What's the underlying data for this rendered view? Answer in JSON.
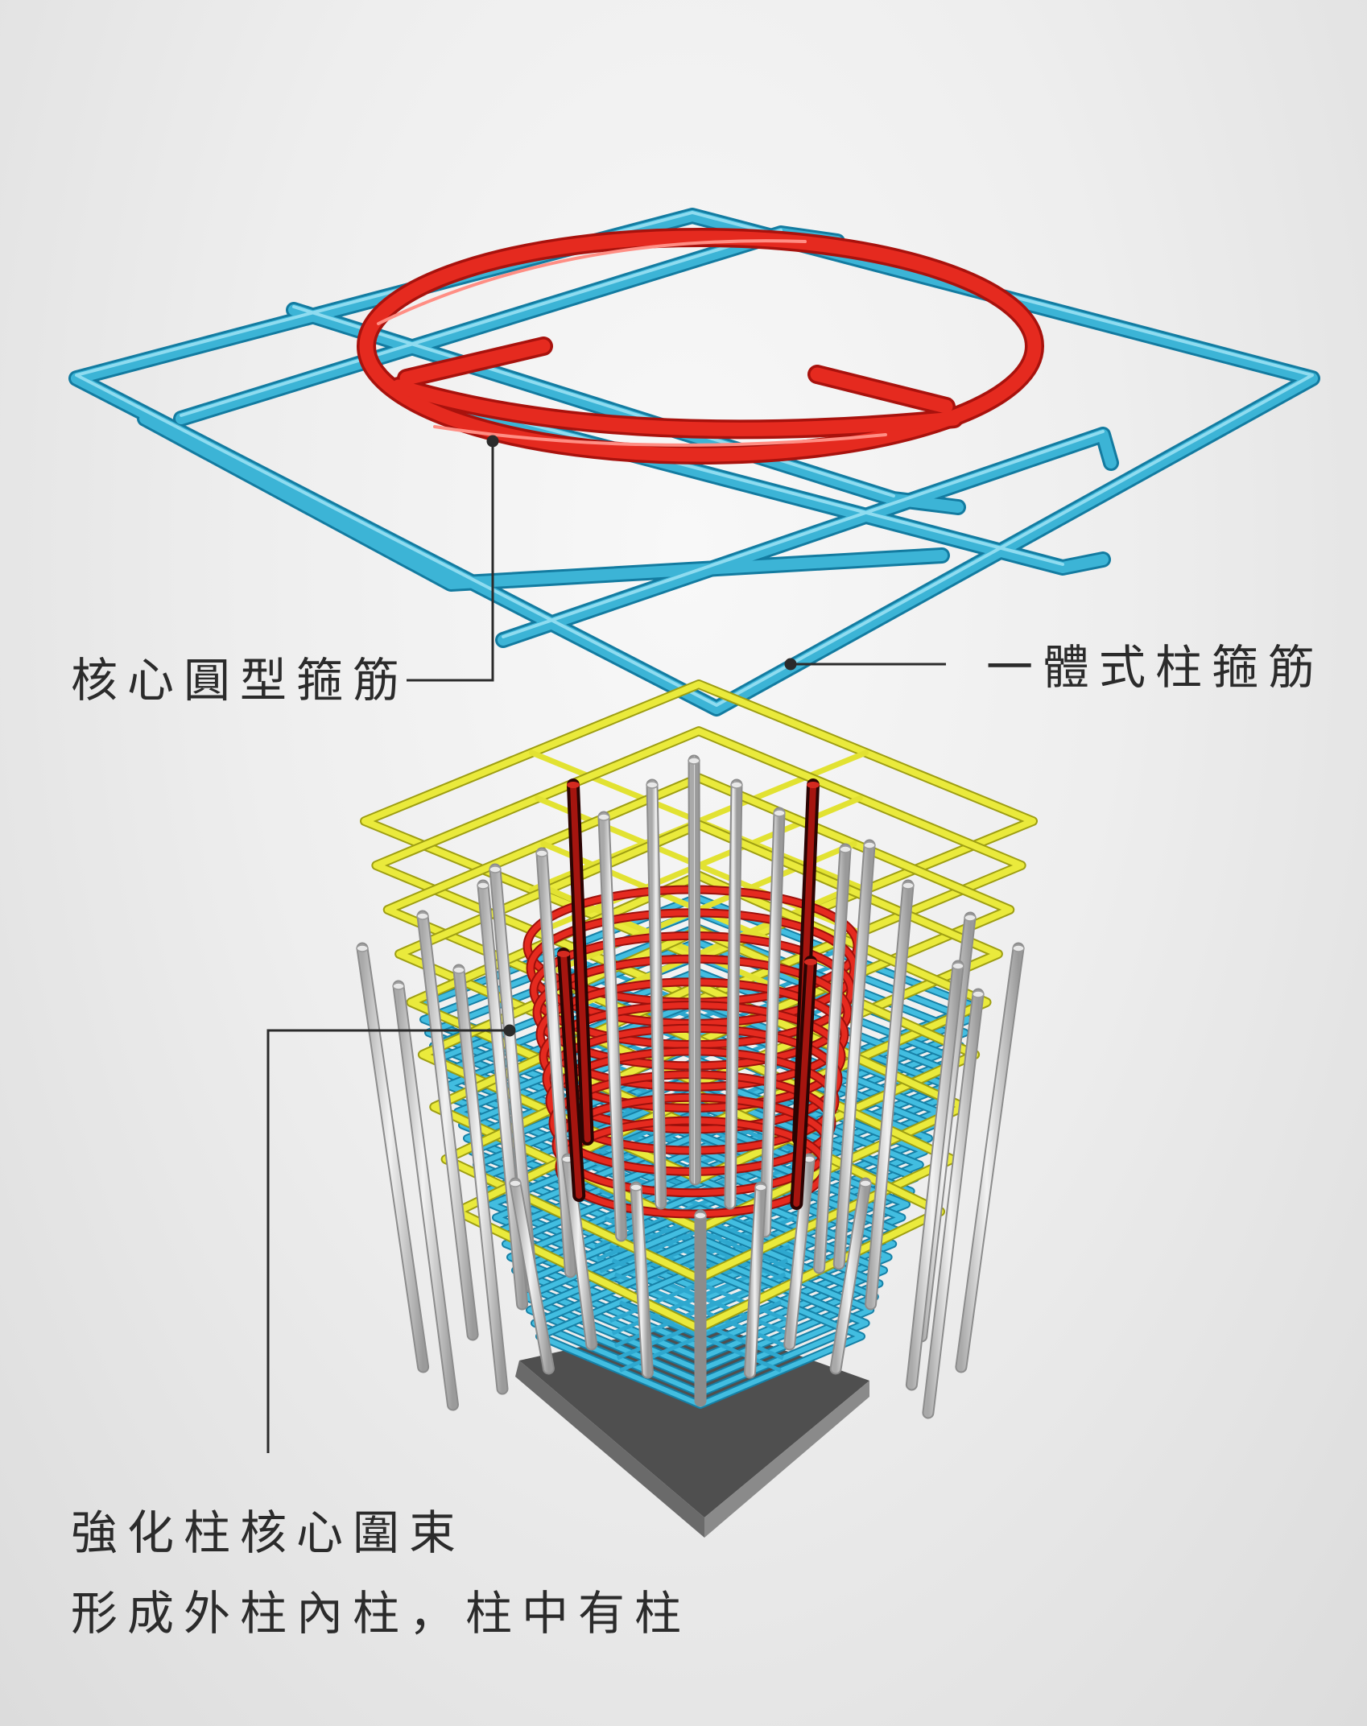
{
  "labels": {
    "core_circular_hoop": "核心圓型箍筋",
    "integral_column_hoop": "一體式柱箍筋",
    "caption_line1": "強化柱核心圍束",
    "caption_line2": "形成外柱內柱，柱中有柱"
  },
  "colors": {
    "outer_hoop": "#2aa3c8",
    "core_hoop": "#e3231b",
    "inner_ties": "#e4e43a",
    "main_bars": "#c9c9c9",
    "core_bars": "#8a1a16",
    "base": "#7d7d7d"
  }
}
